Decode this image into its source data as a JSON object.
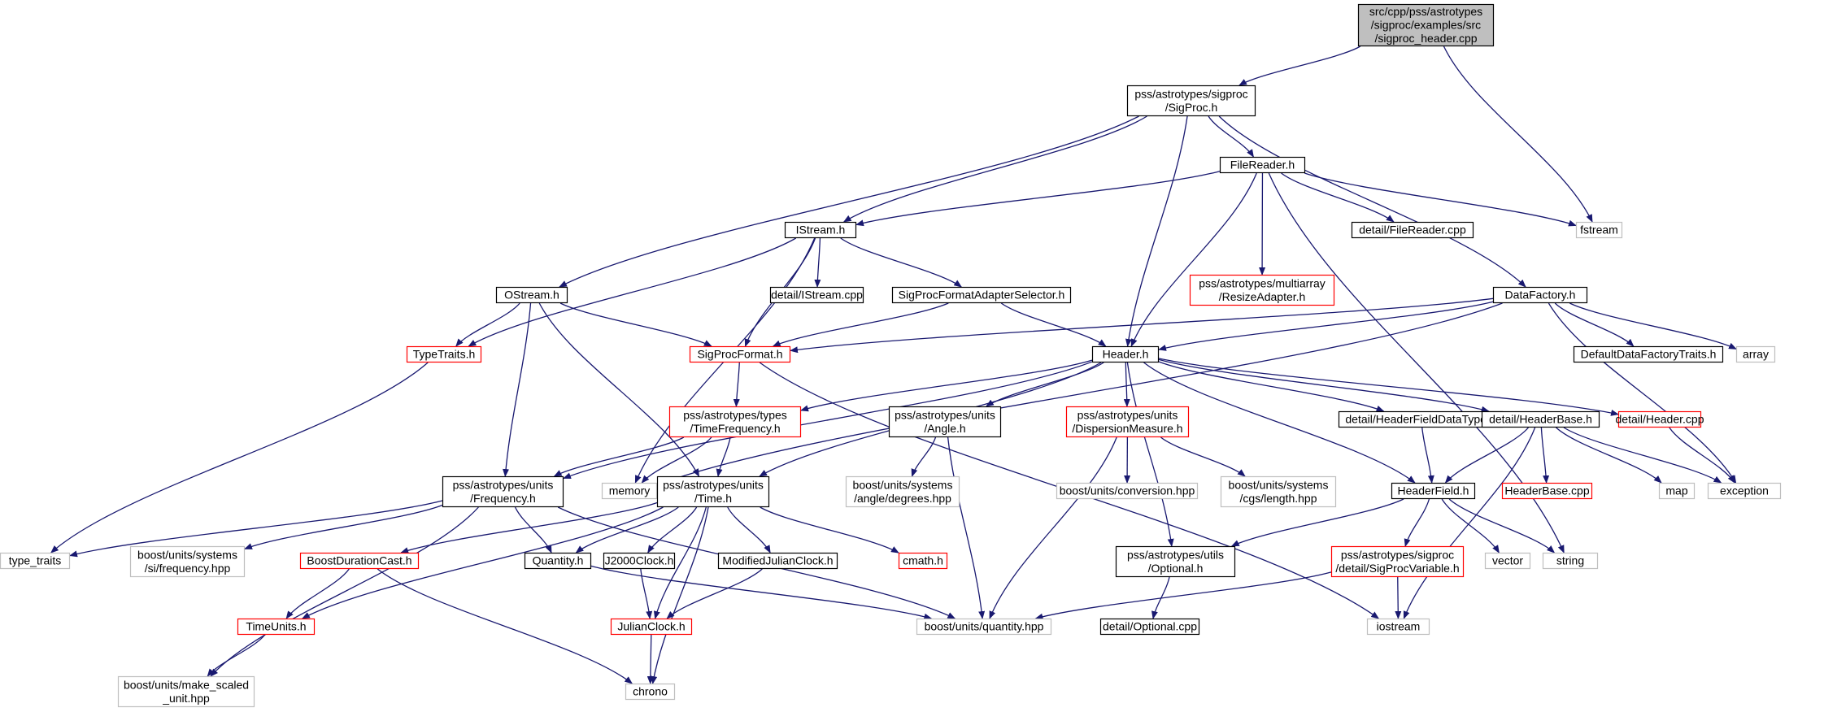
{
  "colors": {
    "edge": "#191970",
    "border_default": "#000000",
    "border_missing": "#bfbfbf",
    "border_incomplete": "#ff0000",
    "fill_root": "#bfbfbf",
    "fill_default": "#ffffff"
  },
  "nodes": [
    {
      "id": "root",
      "lines": [
        "src/cpp/pss/astrotypes",
        "/sigproc/examples/src",
        "/sigproc_header.cpp"
      ],
      "style": "root"
    },
    {
      "id": "sigproch",
      "lines": [
        "pss/astrotypes/sigproc",
        "/SigProc.h"
      ],
      "style": "default"
    },
    {
      "id": "filereader",
      "lines": [
        "FileReader.h"
      ],
      "style": "default"
    },
    {
      "id": "fstream",
      "lines": [
        "fstream"
      ],
      "style": "missing"
    },
    {
      "id": "istream",
      "lines": [
        "IStream.h"
      ],
      "style": "default"
    },
    {
      "id": "resizeadapter",
      "lines": [
        "pss/astrotypes/multiarray",
        "/ResizeAdapter.h"
      ],
      "style": "incomplete"
    },
    {
      "id": "filereadercpp",
      "lines": [
        "detail/FileReader.cpp"
      ],
      "style": "default"
    },
    {
      "id": "ostream",
      "lines": [
        "OStream.h"
      ],
      "style": "default"
    },
    {
      "id": "istreamcpp",
      "lines": [
        "detail/IStream.cpp"
      ],
      "style": "default"
    },
    {
      "id": "adapterselector",
      "lines": [
        "SigProcFormatAdapterSelector.h"
      ],
      "style": "default"
    },
    {
      "id": "datafactory",
      "lines": [
        "DataFactory.h"
      ],
      "style": "default"
    },
    {
      "id": "typetraits",
      "lines": [
        "TypeTraits.h"
      ],
      "style": "incomplete"
    },
    {
      "id": "sigprocformat",
      "lines": [
        "SigProcFormat.h"
      ],
      "style": "incomplete"
    },
    {
      "id": "header",
      "lines": [
        "Header.h"
      ],
      "style": "default"
    },
    {
      "id": "defaultdft",
      "lines": [
        "DefaultDataFactoryTraits.h"
      ],
      "style": "default"
    },
    {
      "id": "array",
      "lines": [
        "array"
      ],
      "style": "missing"
    },
    {
      "id": "timefreq",
      "lines": [
        "pss/astrotypes/types",
        "/TimeFrequency.h"
      ],
      "style": "incomplete"
    },
    {
      "id": "angle",
      "lines": [
        "pss/astrotypes/units",
        "/Angle.h"
      ],
      "style": "default"
    },
    {
      "id": "dispersion",
      "lines": [
        "pss/astrotypes/units",
        "/DispersionMeasure.h"
      ],
      "style": "incomplete"
    },
    {
      "id": "headerfielddatatype",
      "lines": [
        "detail/HeaderFieldDataType.h"
      ],
      "style": "default"
    },
    {
      "id": "headerbaseh",
      "lines": [
        "detail/HeaderBase.h"
      ],
      "style": "default"
    },
    {
      "id": "headercpp",
      "lines": [
        "detail/Header.cpp"
      ],
      "style": "incomplete"
    },
    {
      "id": "frequency",
      "lines": [
        "pss/astrotypes/units",
        "/Frequency.h"
      ],
      "style": "default"
    },
    {
      "id": "memory",
      "lines": [
        "memory"
      ],
      "style": "missing"
    },
    {
      "id": "time",
      "lines": [
        "pss/astrotypes/units",
        "/Time.h"
      ],
      "style": "default"
    },
    {
      "id": "degrees",
      "lines": [
        "boost/units/systems",
        "/angle/degrees.hpp"
      ],
      "style": "missing"
    },
    {
      "id": "conversion",
      "lines": [
        "boost/units/conversion.hpp"
      ],
      "style": "missing"
    },
    {
      "id": "cgslength",
      "lines": [
        "boost/units/systems",
        "/cgs/length.hpp"
      ],
      "style": "missing"
    },
    {
      "id": "headerfield",
      "lines": [
        "HeaderField.h"
      ],
      "style": "default"
    },
    {
      "id": "headerbasecpp",
      "lines": [
        "HeaderBase.cpp"
      ],
      "style": "incomplete"
    },
    {
      "id": "map",
      "lines": [
        "map"
      ],
      "style": "missing"
    },
    {
      "id": "exception",
      "lines": [
        "exception"
      ],
      "style": "missing"
    },
    {
      "id": "type_traits",
      "lines": [
        "type_traits"
      ],
      "style": "missing"
    },
    {
      "id": "sifrequency",
      "lines": [
        "boost/units/systems",
        "/si/frequency.hpp"
      ],
      "style": "missing"
    },
    {
      "id": "boostdurationcast",
      "lines": [
        "BoostDurationCast.h"
      ],
      "style": "incomplete"
    },
    {
      "id": "quantityh",
      "lines": [
        "Quantity.h"
      ],
      "style": "default"
    },
    {
      "id": "j2000",
      "lines": [
        "J2000Clock.h"
      ],
      "style": "default"
    },
    {
      "id": "mjc",
      "lines": [
        "ModifiedJulianClock.h"
      ],
      "style": "default"
    },
    {
      "id": "cmath",
      "lines": [
        "cmath.h"
      ],
      "style": "incomplete"
    },
    {
      "id": "optional",
      "lines": [
        "pss/astrotypes/utils",
        "/Optional.h"
      ],
      "style": "default"
    },
    {
      "id": "sigprocvariable",
      "lines": [
        "pss/astrotypes/sigproc",
        "/detail/SigProcVariable.h"
      ],
      "style": "incomplete"
    },
    {
      "id": "vector",
      "lines": [
        "vector"
      ],
      "style": "missing"
    },
    {
      "id": "string",
      "lines": [
        "string"
      ],
      "style": "missing"
    },
    {
      "id": "timeunits",
      "lines": [
        "TimeUnits.h"
      ],
      "style": "incomplete"
    },
    {
      "id": "julianclock",
      "lines": [
        "JulianClock.h"
      ],
      "style": "incomplete"
    },
    {
      "id": "boostquantity",
      "lines": [
        "boost/units/quantity.hpp"
      ],
      "style": "missing"
    },
    {
      "id": "optionalcpp",
      "lines": [
        "detail/Optional.cpp"
      ],
      "style": "default"
    },
    {
      "id": "iostream",
      "lines": [
        "iostream"
      ],
      "style": "missing"
    },
    {
      "id": "makescaled",
      "lines": [
        "boost/units/make_scaled",
        "_unit.hpp"
      ],
      "style": "missing"
    },
    {
      "id": "chrono",
      "lines": [
        "chrono"
      ],
      "style": "missing"
    }
  ],
  "edges": [
    [
      "root",
      "sigproch"
    ],
    [
      "root",
      "fstream"
    ],
    [
      "sigproch",
      "filereader"
    ],
    [
      "sigproch",
      "istream"
    ],
    [
      "sigproch",
      "ostream"
    ],
    [
      "sigproch",
      "datafactory"
    ],
    [
      "sigproch",
      "header"
    ],
    [
      "filereader",
      "fstream"
    ],
    [
      "filereader",
      "istream"
    ],
    [
      "filereader",
      "resizeadapter"
    ],
    [
      "filereader",
      "filereadercpp"
    ],
    [
      "filereader",
      "header"
    ],
    [
      "filereader",
      "string"
    ],
    [
      "istream",
      "istreamcpp"
    ],
    [
      "istream",
      "adapterselector"
    ],
    [
      "istream",
      "typetraits"
    ],
    [
      "istream",
      "sigprocformat"
    ],
    [
      "istream",
      "memory"
    ],
    [
      "ostream",
      "typetraits"
    ],
    [
      "ostream",
      "sigprocformat"
    ],
    [
      "ostream",
      "frequency"
    ],
    [
      "ostream",
      "time"
    ],
    [
      "adapterselector",
      "sigprocformat"
    ],
    [
      "adapterselector",
      "header"
    ],
    [
      "datafactory",
      "sigprocformat"
    ],
    [
      "datafactory",
      "header"
    ],
    [
      "datafactory",
      "defaultdft"
    ],
    [
      "datafactory",
      "array"
    ],
    [
      "datafactory",
      "exception"
    ],
    [
      "datafactory",
      "memory"
    ],
    [
      "typetraits",
      "type_traits"
    ],
    [
      "sigprocformat",
      "timefreq"
    ],
    [
      "sigprocformat",
      "iostream"
    ],
    [
      "header",
      "timefreq"
    ],
    [
      "header",
      "angle"
    ],
    [
      "header",
      "dispersion"
    ],
    [
      "header",
      "headerfielddatatype"
    ],
    [
      "header",
      "headerbaseh"
    ],
    [
      "header",
      "headercpp"
    ],
    [
      "header",
      "frequency"
    ],
    [
      "header",
      "time"
    ],
    [
      "header",
      "optional"
    ],
    [
      "header",
      "headerfield"
    ],
    [
      "timefreq",
      "frequency"
    ],
    [
      "timefreq",
      "time"
    ],
    [
      "timefreq",
      "memory"
    ],
    [
      "angle",
      "degrees"
    ],
    [
      "angle",
      "boostquantity"
    ],
    [
      "dispersion",
      "conversion"
    ],
    [
      "dispersion",
      "cgslength"
    ],
    [
      "dispersion",
      "boostquantity"
    ],
    [
      "headerfielddatatype",
      "headerfield"
    ],
    [
      "headerbaseh",
      "headerfield"
    ],
    [
      "headerbaseh",
      "headerbasecpp"
    ],
    [
      "headerbaseh",
      "map"
    ],
    [
      "headerbaseh",
      "exception"
    ],
    [
      "headerbaseh",
      "iostream"
    ],
    [
      "headercpp",
      "exception"
    ],
    [
      "frequency",
      "type_traits"
    ],
    [
      "frequency",
      "sifrequency"
    ],
    [
      "frequency",
      "quantityh"
    ],
    [
      "frequency",
      "makescaled"
    ],
    [
      "frequency",
      "boostquantity"
    ],
    [
      "time",
      "boostdurationcast"
    ],
    [
      "time",
      "quantityh"
    ],
    [
      "time",
      "j2000"
    ],
    [
      "time",
      "mjc"
    ],
    [
      "time",
      "cmath"
    ],
    [
      "time",
      "timeunits"
    ],
    [
      "time",
      "julianclock"
    ],
    [
      "time",
      "chrono"
    ],
    [
      "headerfield",
      "optional"
    ],
    [
      "headerfield",
      "sigprocvariable"
    ],
    [
      "headerfield",
      "vector"
    ],
    [
      "headerfield",
      "string"
    ],
    [
      "boostdurationcast",
      "timeunits"
    ],
    [
      "boostdurationcast",
      "chrono"
    ],
    [
      "quantityh",
      "boostquantity"
    ],
    [
      "j2000",
      "julianclock"
    ],
    [
      "mjc",
      "julianclock"
    ],
    [
      "optional",
      "optionalcpp"
    ],
    [
      "sigprocvariable",
      "boostquantity"
    ],
    [
      "sigprocvariable",
      "iostream"
    ],
    [
      "timeunits",
      "makescaled"
    ],
    [
      "julianclock",
      "chrono"
    ]
  ]
}
